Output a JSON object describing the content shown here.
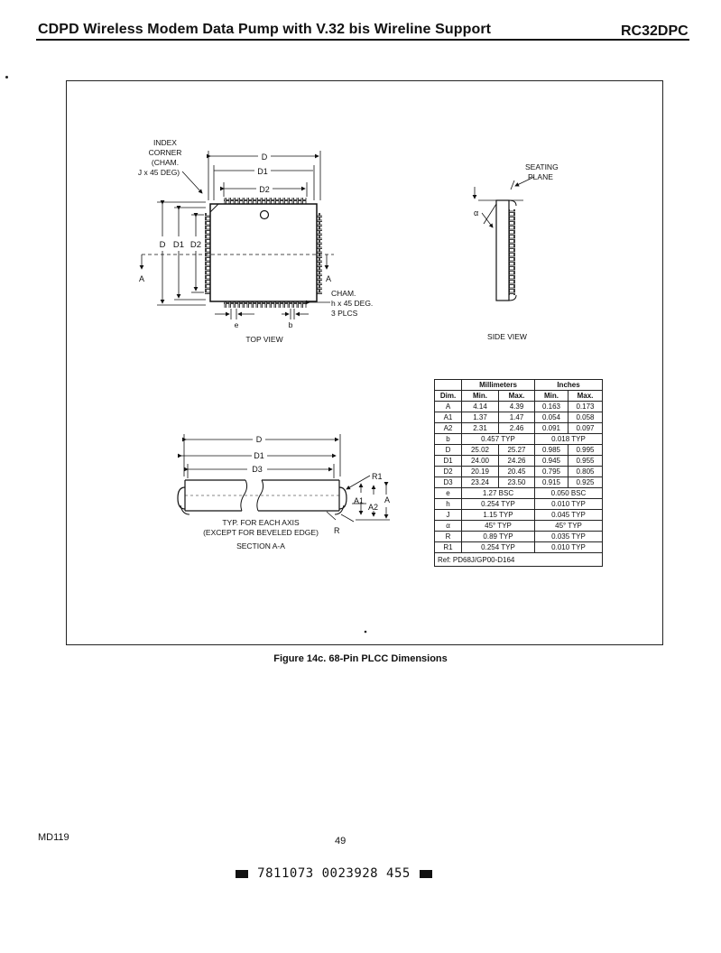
{
  "header": {
    "title": "CDPD Wireless Modem Data Pump with V.32 bis Wireline Support",
    "part_number": "RC32DPC"
  },
  "top_view": {
    "labels": {
      "index_corner": [
        "INDEX",
        "CORNER",
        "(CHAM.",
        "J x 45 DEG)"
      ],
      "D": "D",
      "D1": "D1",
      "D2": "D2",
      "A": "A",
      "e": "e",
      "b": "b",
      "cham": [
        "CHAM.",
        "h x 45 DEG.",
        "3 PLCS"
      ],
      "caption": "TOP VIEW"
    }
  },
  "side_view": {
    "labels": {
      "seating_plane": [
        "SEATING",
        "PLANE"
      ],
      "alpha": "α",
      "caption": "SIDE VIEW"
    }
  },
  "section_view": {
    "labels": {
      "D": "D",
      "D1": "D1",
      "D3": "D3",
      "R1": "R1",
      "R": "R",
      "A1": "A1",
      "A2": "A2",
      "A": "A",
      "note": [
        "TYP. FOR EACH AXIS",
        "(EXCEPT FOR BEVELED EDGE)"
      ],
      "caption": "SECTION A-A"
    }
  },
  "dimension_table": {
    "group_headers": [
      "Millimeters",
      "Inches"
    ],
    "col_headers": [
      "Dim.",
      "Min.",
      "Max.",
      "Min.",
      "Max."
    ],
    "rows": [
      [
        "A",
        "4.14",
        "4.39",
        "0.163",
        "0.173"
      ],
      [
        "A1",
        "1.37",
        "1.47",
        "0.054",
        "0.058"
      ],
      [
        "A2",
        "2.31",
        "2.46",
        "0.091",
        "0.097"
      ],
      [
        "b",
        "0.457 TYP",
        "0.018 TYP"
      ],
      [
        "D",
        "25.02",
        "25.27",
        "0.985",
        "0.995"
      ],
      [
        "D1",
        "24.00",
        "24.26",
        "0.945",
        "0.955"
      ],
      [
        "D2",
        "20.19",
        "20.45",
        "0.795",
        "0.805"
      ],
      [
        "D3",
        "23.24",
        "23.50",
        "0.915",
        "0.925"
      ],
      [
        "e",
        "1.27 BSC",
        "0.050 BSC"
      ],
      [
        "h",
        "0.254 TYP",
        "0.010 TYP"
      ],
      [
        "J",
        "1.15 TYP",
        "0.045 TYP"
      ],
      [
        "α",
        "45° TYP",
        "45° TYP"
      ],
      [
        "R",
        "0.89 TYP",
        "0.035 TYP"
      ],
      [
        "R1",
        "0.254 TYP",
        "0.010 TYP"
      ]
    ],
    "reference": "Ref: PD68J/GP00-D164"
  },
  "figure_caption": "Figure 14c. 68-Pin PLCC Dimensions",
  "footer": {
    "doc_number": "MD119",
    "page_number": "49",
    "barcode_text": "7811073 0023928 455"
  }
}
